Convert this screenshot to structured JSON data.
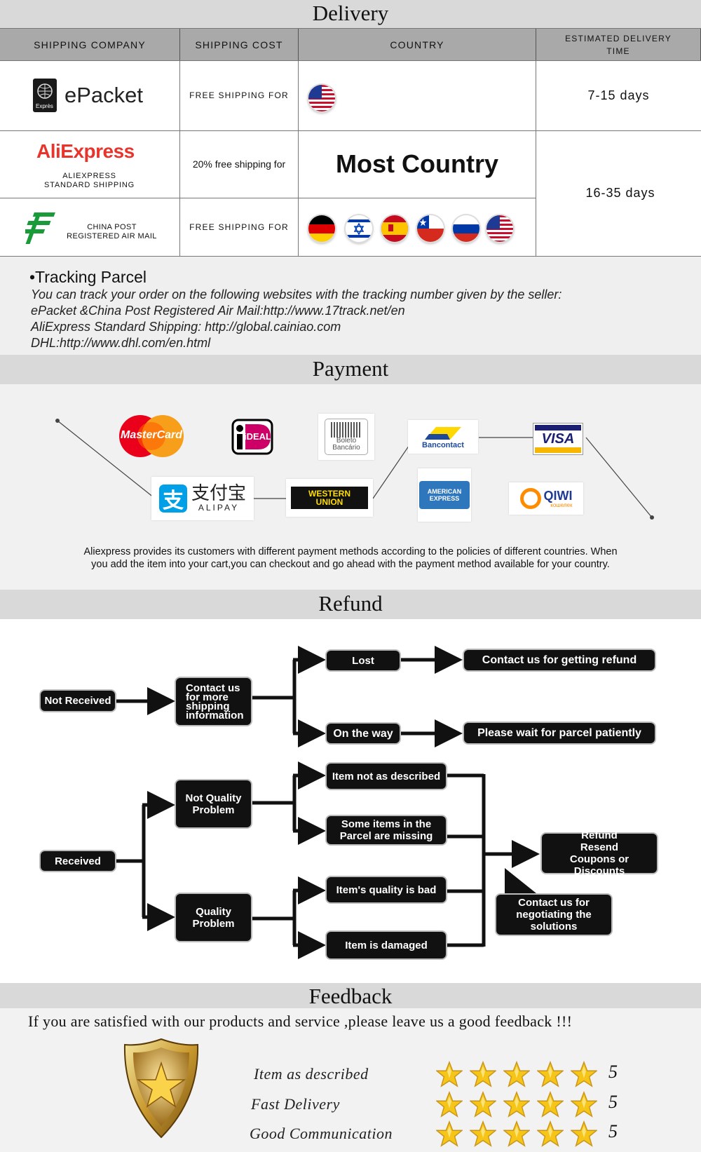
{
  "delivery": {
    "title": "Delivery",
    "headers": [
      "SHIPPING COMPANY",
      "SHIPPING COST",
      "COUNTRY",
      "ESTIMATED DELIVERY TIME"
    ],
    "rows": [
      {
        "company": "ePacket",
        "cost": "FREE SHIPPING FOR",
        "time": "7-15 days"
      },
      {
        "company_logo": "AliExpress",
        "company_sub": "ALIEXPRESS STANDARD SHIPPING",
        "cost": "20% free shipping for",
        "country": "Most Country"
      },
      {
        "company": "CHINA POST REGISTERED AIR MAIL",
        "cost": "FREE SHIPPING FOR"
      }
    ],
    "shared_time": "16-35 days",
    "epacket_logo_small": "Exprès"
  },
  "tracking": {
    "title": "•Tracking Parcel",
    "lines": [
      "You can track your order on the following websites with the tracking number given by the seller:",
      "ePacket &China Post Registered Air Mail:http://www.17track.net/en",
      "AliExpress Standard Shipping: http://global.cainiao.com",
      "DHL:http://www.dhl.com/en.html"
    ]
  },
  "payment": {
    "title": "Payment",
    "logos": {
      "mastercard": "MasterCard",
      "ideal": "iDEAL",
      "boleto": "Boleto Bancário",
      "bancontact": "Bancontact",
      "visa": "VISA",
      "alipay_cn": "支付宝",
      "alipay": "ALIPAY",
      "western_union": "WESTERN UNION",
      "amex": "AMERICAN EXPRESS",
      "qiwi": "QIWI",
      "qiwi_sub": "кошелек"
    },
    "note": "Aliexpress provides its customers with different payment methods according to the policies of different countries. When you add the item into your cart,you can checkout and go ahead with the payment method available for your country."
  },
  "refund": {
    "title": "Refund",
    "not_received": "Not Received",
    "contact_more": "Contact us for more shipping information",
    "lost": "Lost",
    "contact_refund": "Contact us for getting refund",
    "on_the_way": "On the way",
    "please_wait": "Please wait for parcel patiently",
    "received": "Received",
    "not_quality": "Not Quality Problem",
    "quality": "Quality Problem",
    "not_described": "Item not as described",
    "missing": "Some items in the Parcel are missing",
    "bad_quality": "Item's quality is bad",
    "damaged": "Item is damaged",
    "outcome": "Refund Resend Coupons or Discounts",
    "negotiate": "Contact us for negotiating the solutions"
  },
  "feedback": {
    "title": "Feedback",
    "message": "If you are satisfied with our products and service ,please leave us a good feedback !!!",
    "ratings": [
      {
        "label": "Item as described",
        "score": "5"
      },
      {
        "label": "Fast Delivery",
        "score": "5"
      },
      {
        "label": "Good Communication",
        "score": "5"
      }
    ]
  },
  "colors": {
    "band": "#d9d9d9",
    "header": "#a9a9a9",
    "ali_red": "#e8352c",
    "star": "#f5c518"
  }
}
